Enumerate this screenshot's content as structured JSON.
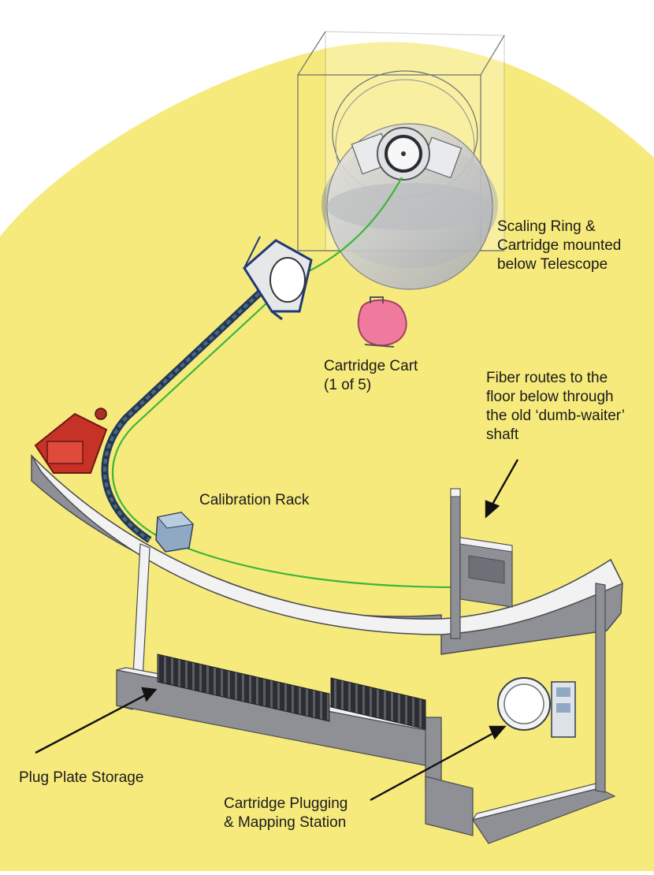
{
  "colors": {
    "floor": "#f6ea7d",
    "wall_top": "#f2f2f2",
    "wall_face": "#8e9096",
    "wall_dark": "#5d6067",
    "fiber": "#3fb43a",
    "cart": "#f07a9e",
    "telescope_glass": "#c9cbcf",
    "stand": "#c63226"
  },
  "labels": {
    "scaling_ring": [
      "Scaling Ring &",
      "Cartridge mounted",
      "below Telescope"
    ],
    "cartridge_cart": [
      "Cartridge Cart",
      "(1 of 5)"
    ],
    "fiber_routes": [
      "Fiber routes to the",
      "floor below through",
      "the old ‘dumb-waiter’",
      "shaft"
    ],
    "calibration_rack": [
      "Calibration Rack"
    ],
    "plug_plate_storage": [
      "Plug Plate Storage"
    ],
    "plugging_station": [
      "Cartridge Plugging",
      "& Mapping Station"
    ]
  },
  "icons": {
    "telescope": "telescope-icon",
    "cart": "cartridge-cart-icon",
    "rack": "calibration-rack-icon",
    "station": "plugging-station-icon"
  }
}
